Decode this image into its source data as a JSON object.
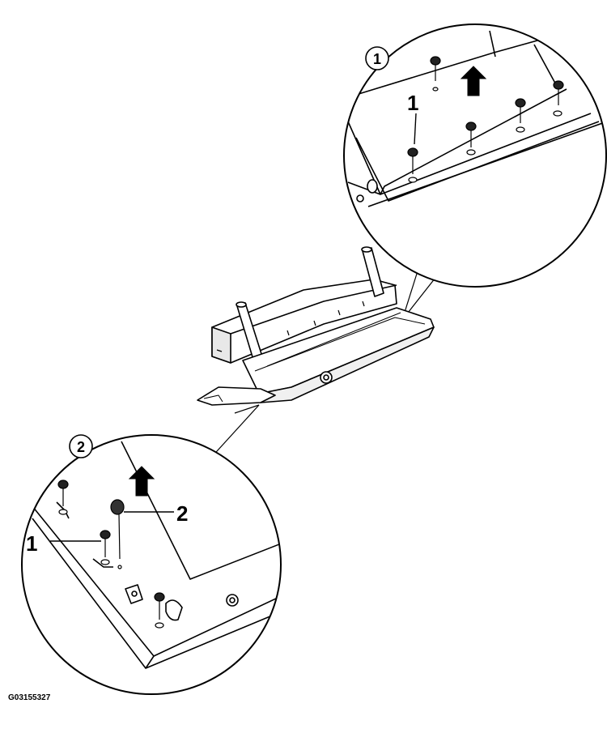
{
  "figure": {
    "figure_code": "G03155327",
    "detail_views": [
      {
        "id": "detail-top",
        "view_label": "1"
      },
      {
        "id": "detail-bottom",
        "view_label": "2"
      }
    ],
    "callouts": [
      {
        "id": "callout-1-top",
        "text": "1"
      },
      {
        "id": "callout-1-bottom",
        "text": "1"
      },
      {
        "id": "callout-2-bottom",
        "text": "2"
      }
    ],
    "colors": {
      "line": "#000000",
      "background": "#ffffff",
      "arrow": "#000000"
    }
  }
}
